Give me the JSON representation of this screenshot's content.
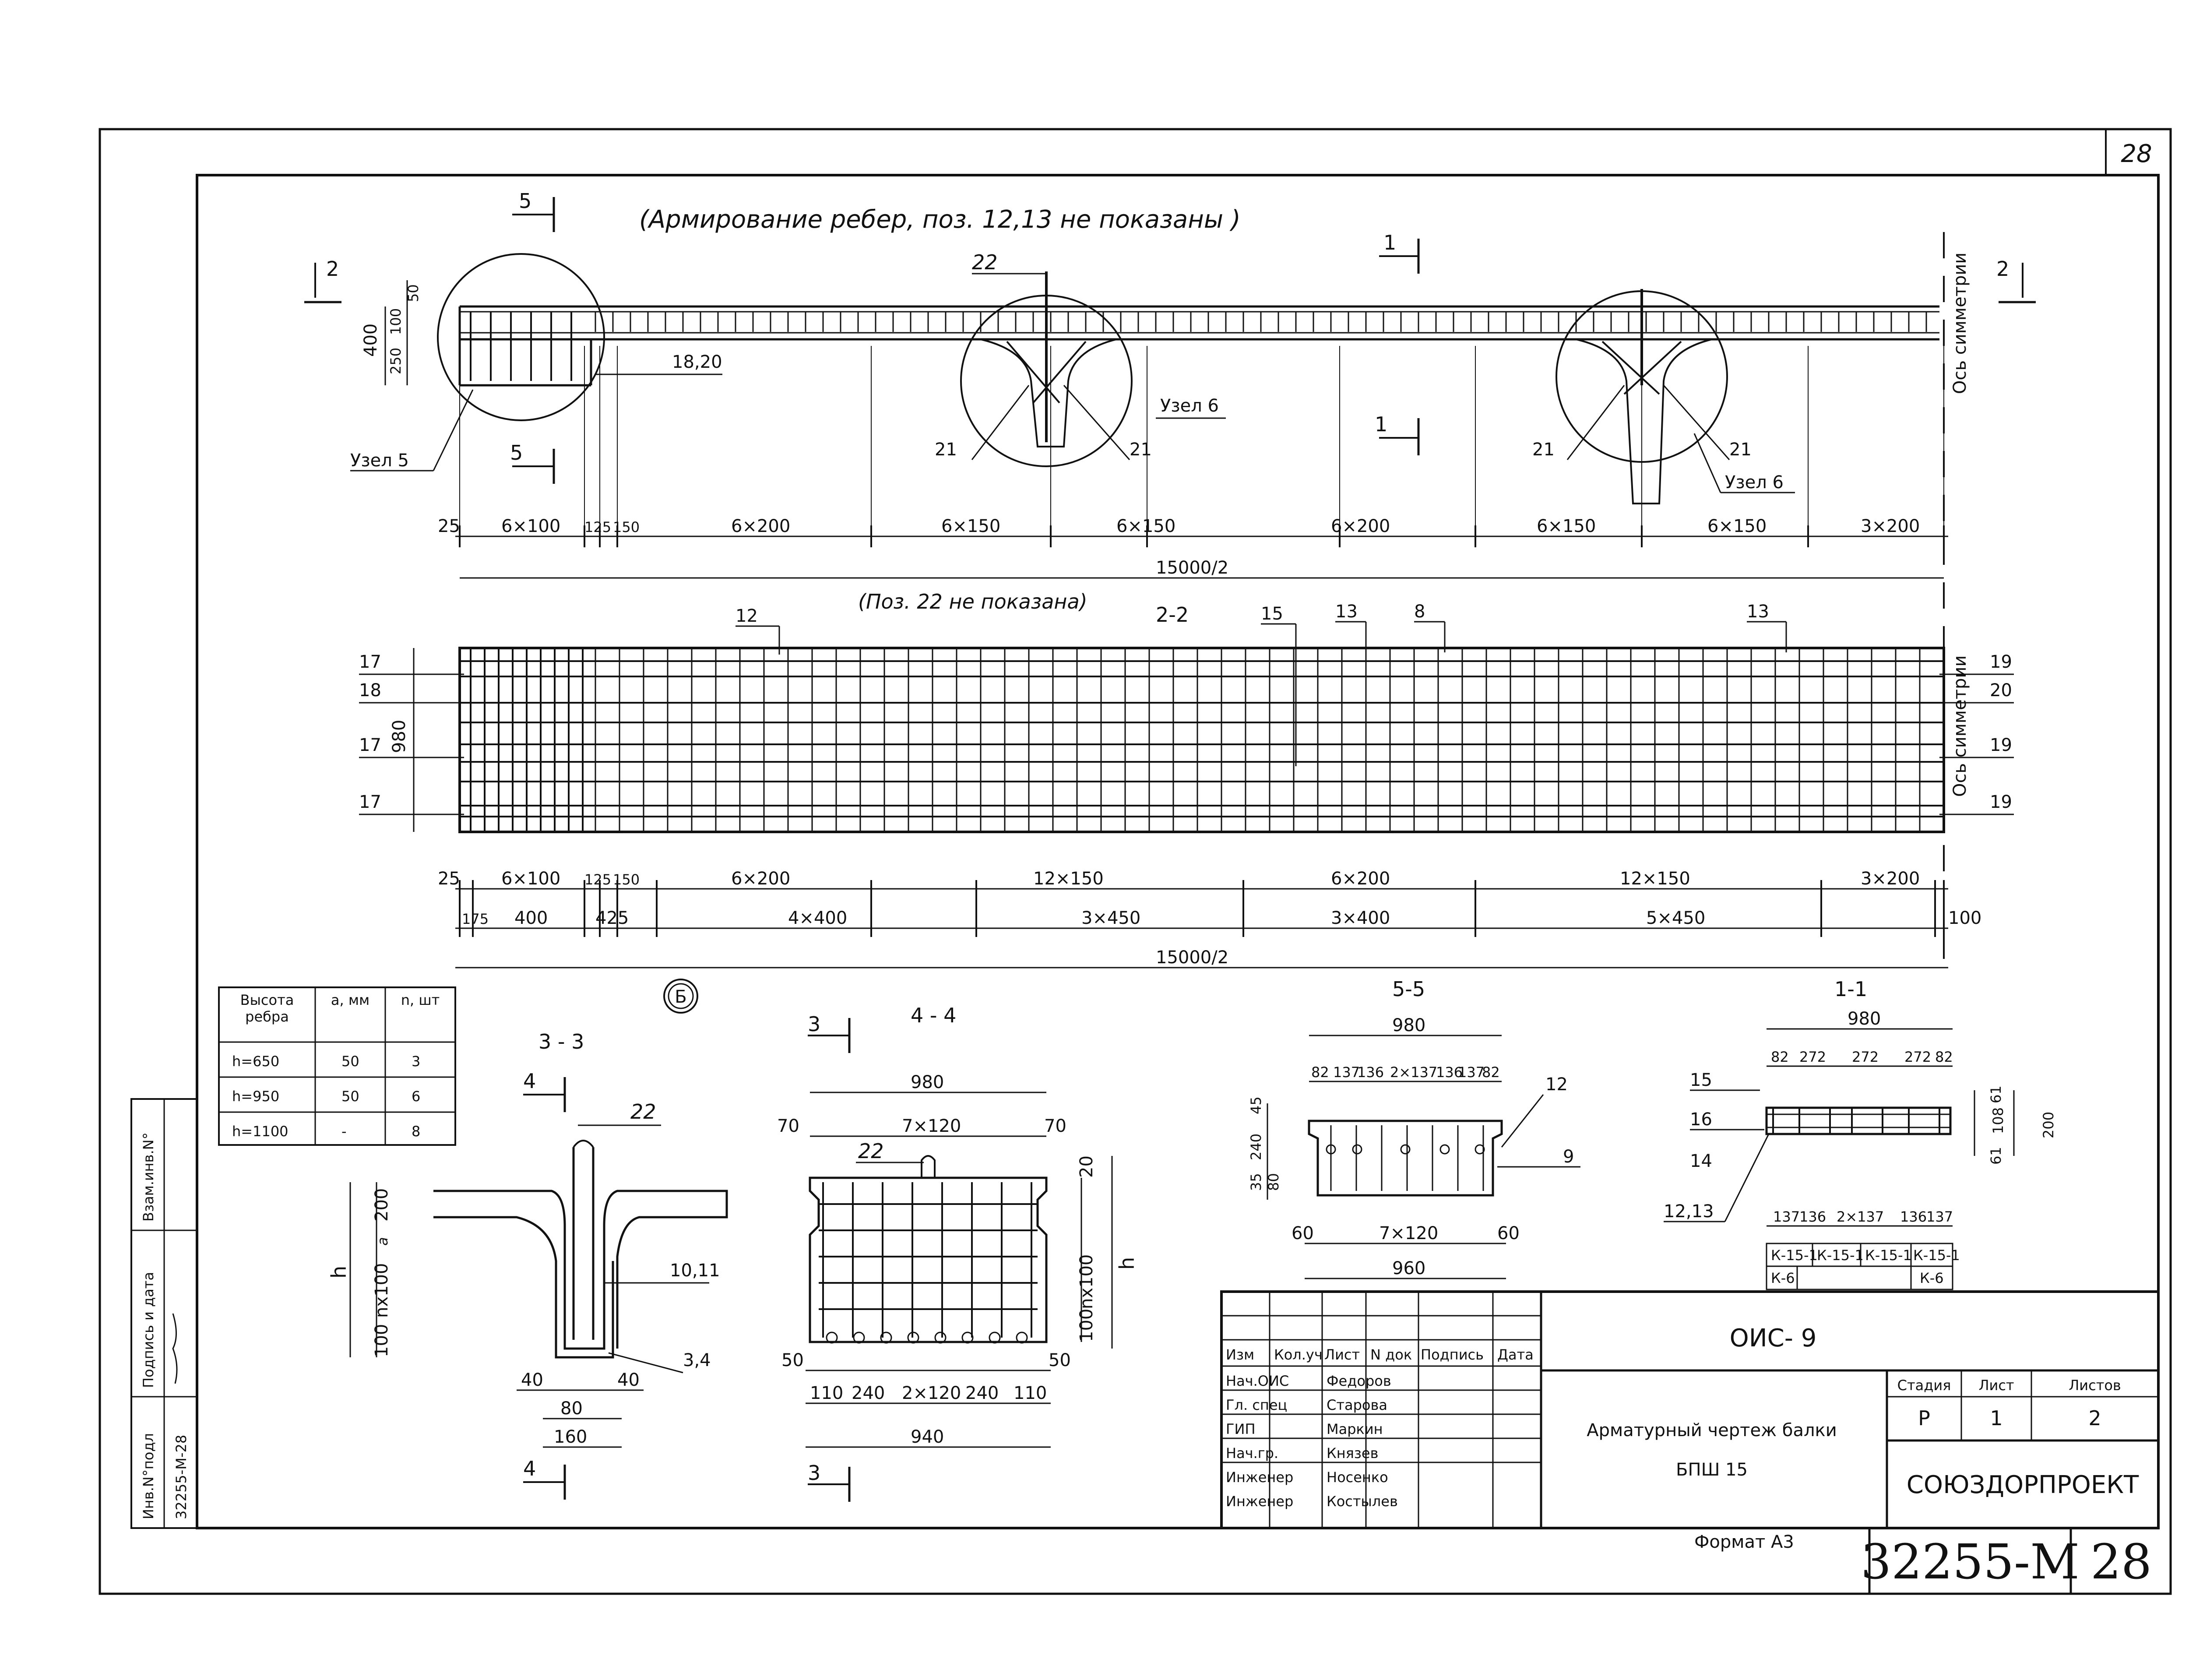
{
  "sheet": {
    "corner_number": "28",
    "note_top": "(Армирование ребер, поз. 12,13 не показаны )",
    "note_mid": "(Поз. 22 не показана)",
    "section_2_2": "2-2",
    "axis_label": "Ось симметрии",
    "format": "Формат А3",
    "doc_code": "32255-М",
    "sheet_no": "28"
  },
  "elevation": {
    "cut_marks": [
      "5",
      "5",
      "2",
      "2",
      "1",
      "1"
    ],
    "dim_vertical": [
      "400",
      "50",
      "100",
      "250"
    ],
    "callouts": [
      "22",
      "18,20",
      "21",
      "21",
      "21",
      "21"
    ],
    "nodes": [
      "Узел 5",
      "Узел 6",
      "Узел 6"
    ],
    "bottom_dims": [
      "25",
      "6×100",
      "125",
      "150",
      "6×200",
      "6×150",
      "6×150",
      "6×200",
      "6×150",
      "6×150",
      "3×200"
    ],
    "total": "15000/2"
  },
  "plan": {
    "left_labels": [
      "17",
      "18",
      "17",
      "17"
    ],
    "height": "980",
    "right_labels": [
      "19",
      "20",
      "19",
      "19"
    ],
    "top_callouts": [
      "12",
      "15",
      "13",
      "8",
      "13"
    ],
    "dims_row1": [
      "25",
      "6×100",
      "125",
      "150",
      "6×200",
      "12×150",
      "6×200",
      "12×150",
      "3×200"
    ],
    "dims_row2": [
      "175",
      "400",
      "425",
      "4×400",
      "3×450",
      "3×400",
      "5×450",
      "100"
    ],
    "total": "15000/2"
  },
  "rib_table": {
    "headers": [
      "Высота ребра",
      "a, мм",
      "n, шт"
    ],
    "rows": [
      [
        "h=650",
        "50",
        "3"
      ],
      [
        "h=950",
        "50",
        "6"
      ],
      [
        "h=1100",
        "-",
        "8"
      ]
    ]
  },
  "circle_mark": "Б",
  "sec33": {
    "title": "3 - 3",
    "cut": "4",
    "labels": [
      "22",
      "200",
      "a",
      "h",
      "nx100",
      "100",
      "10,11",
      "3,4"
    ],
    "dims": [
      "40",
      "40",
      "80",
      "160"
    ]
  },
  "sec44": {
    "title": "4 - 4",
    "cut": "3",
    "dims_top": [
      "980",
      "70",
      "7×120",
      "70"
    ],
    "label_22": "22",
    "right": [
      "20",
      "nx100",
      "100",
      "h"
    ],
    "dims_bottom": [
      "50",
      "110",
      "240",
      "2×120",
      "240",
      "110",
      "50",
      "940"
    ]
  },
  "sec55": {
    "title": "5-5",
    "top": [
      "980",
      "82",
      "137",
      "136",
      "2×137",
      "136",
      "137",
      "82"
    ],
    "left": [
      "45",
      "240",
      "35",
      "80"
    ],
    "callouts": [
      "12",
      "9"
    ],
    "bottom": [
      "60",
      "7×120",
      "60",
      "960"
    ]
  },
  "sec11": {
    "title": "1-1",
    "top": [
      "980",
      "82",
      "272",
      "272",
      "272",
      "82"
    ],
    "left": [
      "15",
      "16",
      "14",
      "12,13"
    ],
    "right": [
      "61",
      "108",
      "61",
      "200"
    ],
    "bottom": [
      "137",
      "136",
      "2×137",
      "136",
      "137"
    ],
    "tags_row1": [
      "К-15-1",
      "К-15-1",
      "К-15-1",
      "К-15-1"
    ],
    "tags_row2": [
      "К-6",
      "К-6"
    ]
  },
  "side_stamp": {
    "cols": [
      "Инв.N°подл",
      "Подпись и дата",
      "Взам.инв.N°"
    ],
    "vals": [
      "32255-М-28",
      "подпись"
    ]
  },
  "title_block": {
    "head": [
      "Изм",
      "Кол.уч",
      "Лист",
      "N док",
      "Подпись",
      "Дата"
    ],
    "roles": [
      "Нач.ОИС",
      "Гл. спец",
      "ГИП",
      "Нач.гр.",
      "Инженер",
      "Инженер"
    ],
    "names": [
      "Федоров",
      "Старова",
      "Маркин",
      "Князев",
      "Носенко",
      "Костылев"
    ],
    "project": "ОИС- 9",
    "drawing_title": [
      "Арматурный чертеж балки",
      "БПШ 15"
    ],
    "stage_h": [
      "Стадия",
      "Лист",
      "Листов"
    ],
    "stage_v": [
      "Р",
      "1",
      "2"
    ],
    "org": "СОЮЗДОРПРОЕКТ"
  }
}
